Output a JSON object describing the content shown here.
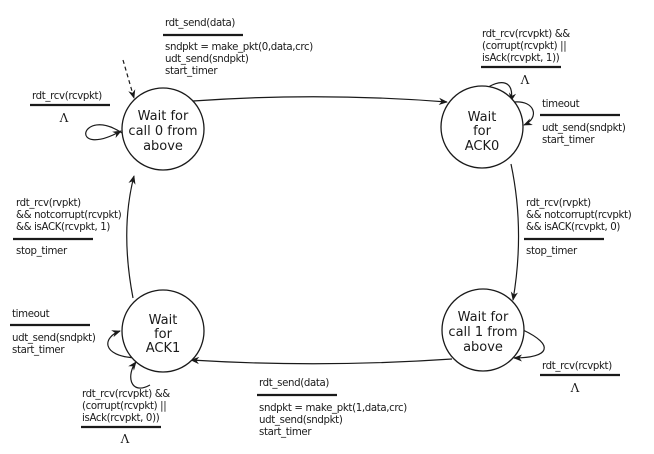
{
  "title": "rdt3.0 sender FSM",
  "states": {
    "wait_call0": [
      "Wait for",
      "call 0 from",
      "above"
    ],
    "wait_ack0": [
      "Wait",
      "for",
      "ACK0"
    ],
    "wait_call1": [
      "Wait for",
      "call 1 from",
      "above"
    ],
    "wait_ack1": [
      "Wait",
      "for",
      "ACK1"
    ]
  },
  "transitions": {
    "call0_to_ack0": {
      "event": [
        "rdt_send(data)"
      ],
      "actions": [
        "sndpkt = make_pkt(0,data,crc)",
        "udt_send(sndpkt)",
        "start_timer"
      ]
    },
    "call0_self": {
      "event": [
        "rdt_rcv(rcvpkt)"
      ],
      "action_symbol": "Λ"
    },
    "ack0_self_corrupt": {
      "event": [
        "rdt_rcv(rcvpkt) &&",
        "(corrupt(rcvpkt) ||",
        " isAck(rcvpkt, 1))"
      ],
      "action_symbol": "Λ"
    },
    "ack0_timeout": {
      "event": [
        "timeout"
      ],
      "actions": [
        "udt_send(sndpkt)",
        "start_timer"
      ]
    },
    "ack0_to_call1": {
      "event": [
        "rdt_rcv(rvpkt)",
        "&& notcorrupt(rcvpkt)",
        "&& isACK(rcvpkt, 0)"
      ],
      "actions": [
        "stop_timer"
      ]
    },
    "call1_self": {
      "event": [
        "rdt_rcv(rcvpkt)"
      ],
      "action_symbol": "Λ"
    },
    "call1_to_ack1": {
      "event": [
        "rdt_send(data)"
      ],
      "actions": [
        "sndpkt = make_pkt(1,data,crc)",
        "udt_send(sndpkt)",
        "start_timer"
      ]
    },
    "ack1_timeout": {
      "event": [
        "timeout"
      ],
      "actions": [
        "udt_send(sndpkt)",
        "start_timer"
      ]
    },
    "ack1_self_corrupt": {
      "event": [
        "rdt_rcv(rcvpkt) &&",
        "(corrupt(rcvpkt) ||",
        " isAck(rcvpkt, 0))"
      ],
      "action_symbol": "Λ"
    },
    "ack1_to_call0": {
      "event": [
        "rdt_rcv(rvpkt)",
        "&& notcorrupt(rcvpkt)",
        "&& isACK(rcvpkt, 1)"
      ],
      "actions": [
        "stop_timer"
      ]
    }
  }
}
